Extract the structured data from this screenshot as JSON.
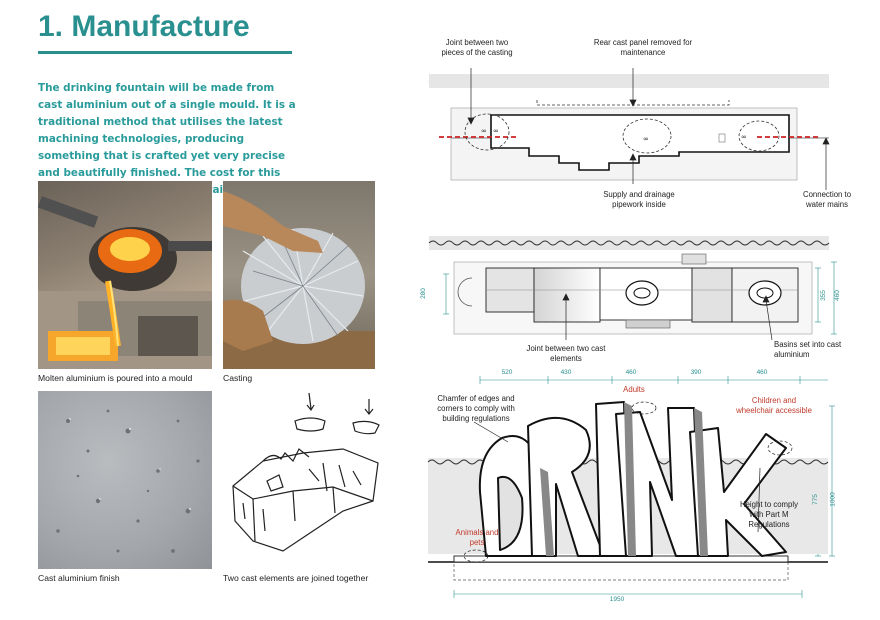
{
  "header": {
    "title": "1. Manufacture"
  },
  "intro": {
    "text": "The drinking fountain will be made from cast aluminium out of a single mould. It is a traditional method that utilises the latest machining technologies, producing something that is crafted yet very precise and beautifully finished. The cost for this were accounted for in our detailed submission."
  },
  "photos": {
    "molten": {
      "caption": "Molten aluminium is poured into a mould"
    },
    "casting": {
      "caption": "Casting"
    },
    "finish": {
      "caption": "Cast aluminium finish"
    },
    "sketch": {
      "caption": "Two cast elements are joined together"
    }
  },
  "plan_section": {
    "joint_label": "Joint between two pieces of the casting",
    "rear_panel_label": "Rear cast panel removed for maintenance",
    "supply_label": "Supply and drainage pipework inside",
    "connection_label": "Connection to water mains"
  },
  "plan": {
    "joint_label": "Joint between two cast elements",
    "basins_label": "Basins set into cast aluminium",
    "dim_left": "280",
    "dim_right_1": "355",
    "dim_right_2": "460"
  },
  "elevation": {
    "dims_top": [
      "520",
      "430",
      "460",
      "390",
      "460"
    ],
    "dim_bottom": "1950",
    "dim_right_1": "775",
    "dim_right_2": "1000",
    "chamfer_label": "Chamfer of edges and corners to comply with building regulations",
    "adults_label": "Adults",
    "children_label": "Children and wheelchair accessible",
    "height_label": "Height to comply with Part M Regulations",
    "animals_label": "Animals and pets",
    "word": "DRINK"
  },
  "colors": {
    "accent": "#2a8f8f",
    "red_label": "#c0392b",
    "red_axis": "#cc2222"
  }
}
